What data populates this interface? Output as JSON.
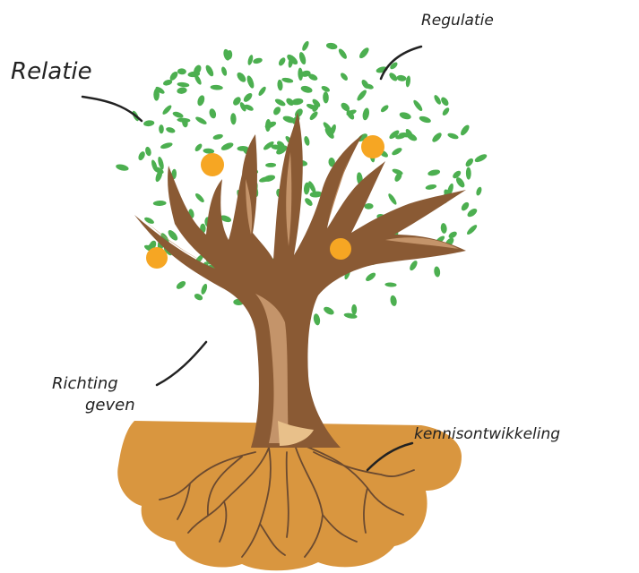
{
  "labels": {
    "relatie": "Relatie",
    "regulatie": "Regulatie",
    "richting_line1": "Richting",
    "richting_line2": "geven",
    "kennis": "kennisontwikkeling"
  },
  "colors": {
    "leaf": "#4caf50",
    "fruit": "#f6a623",
    "trunk_dark": "#7a4a2a",
    "trunk_light": "#b5825a",
    "soil": "#d9963f",
    "roots": "#6b4a30",
    "ink": "#222222"
  }
}
